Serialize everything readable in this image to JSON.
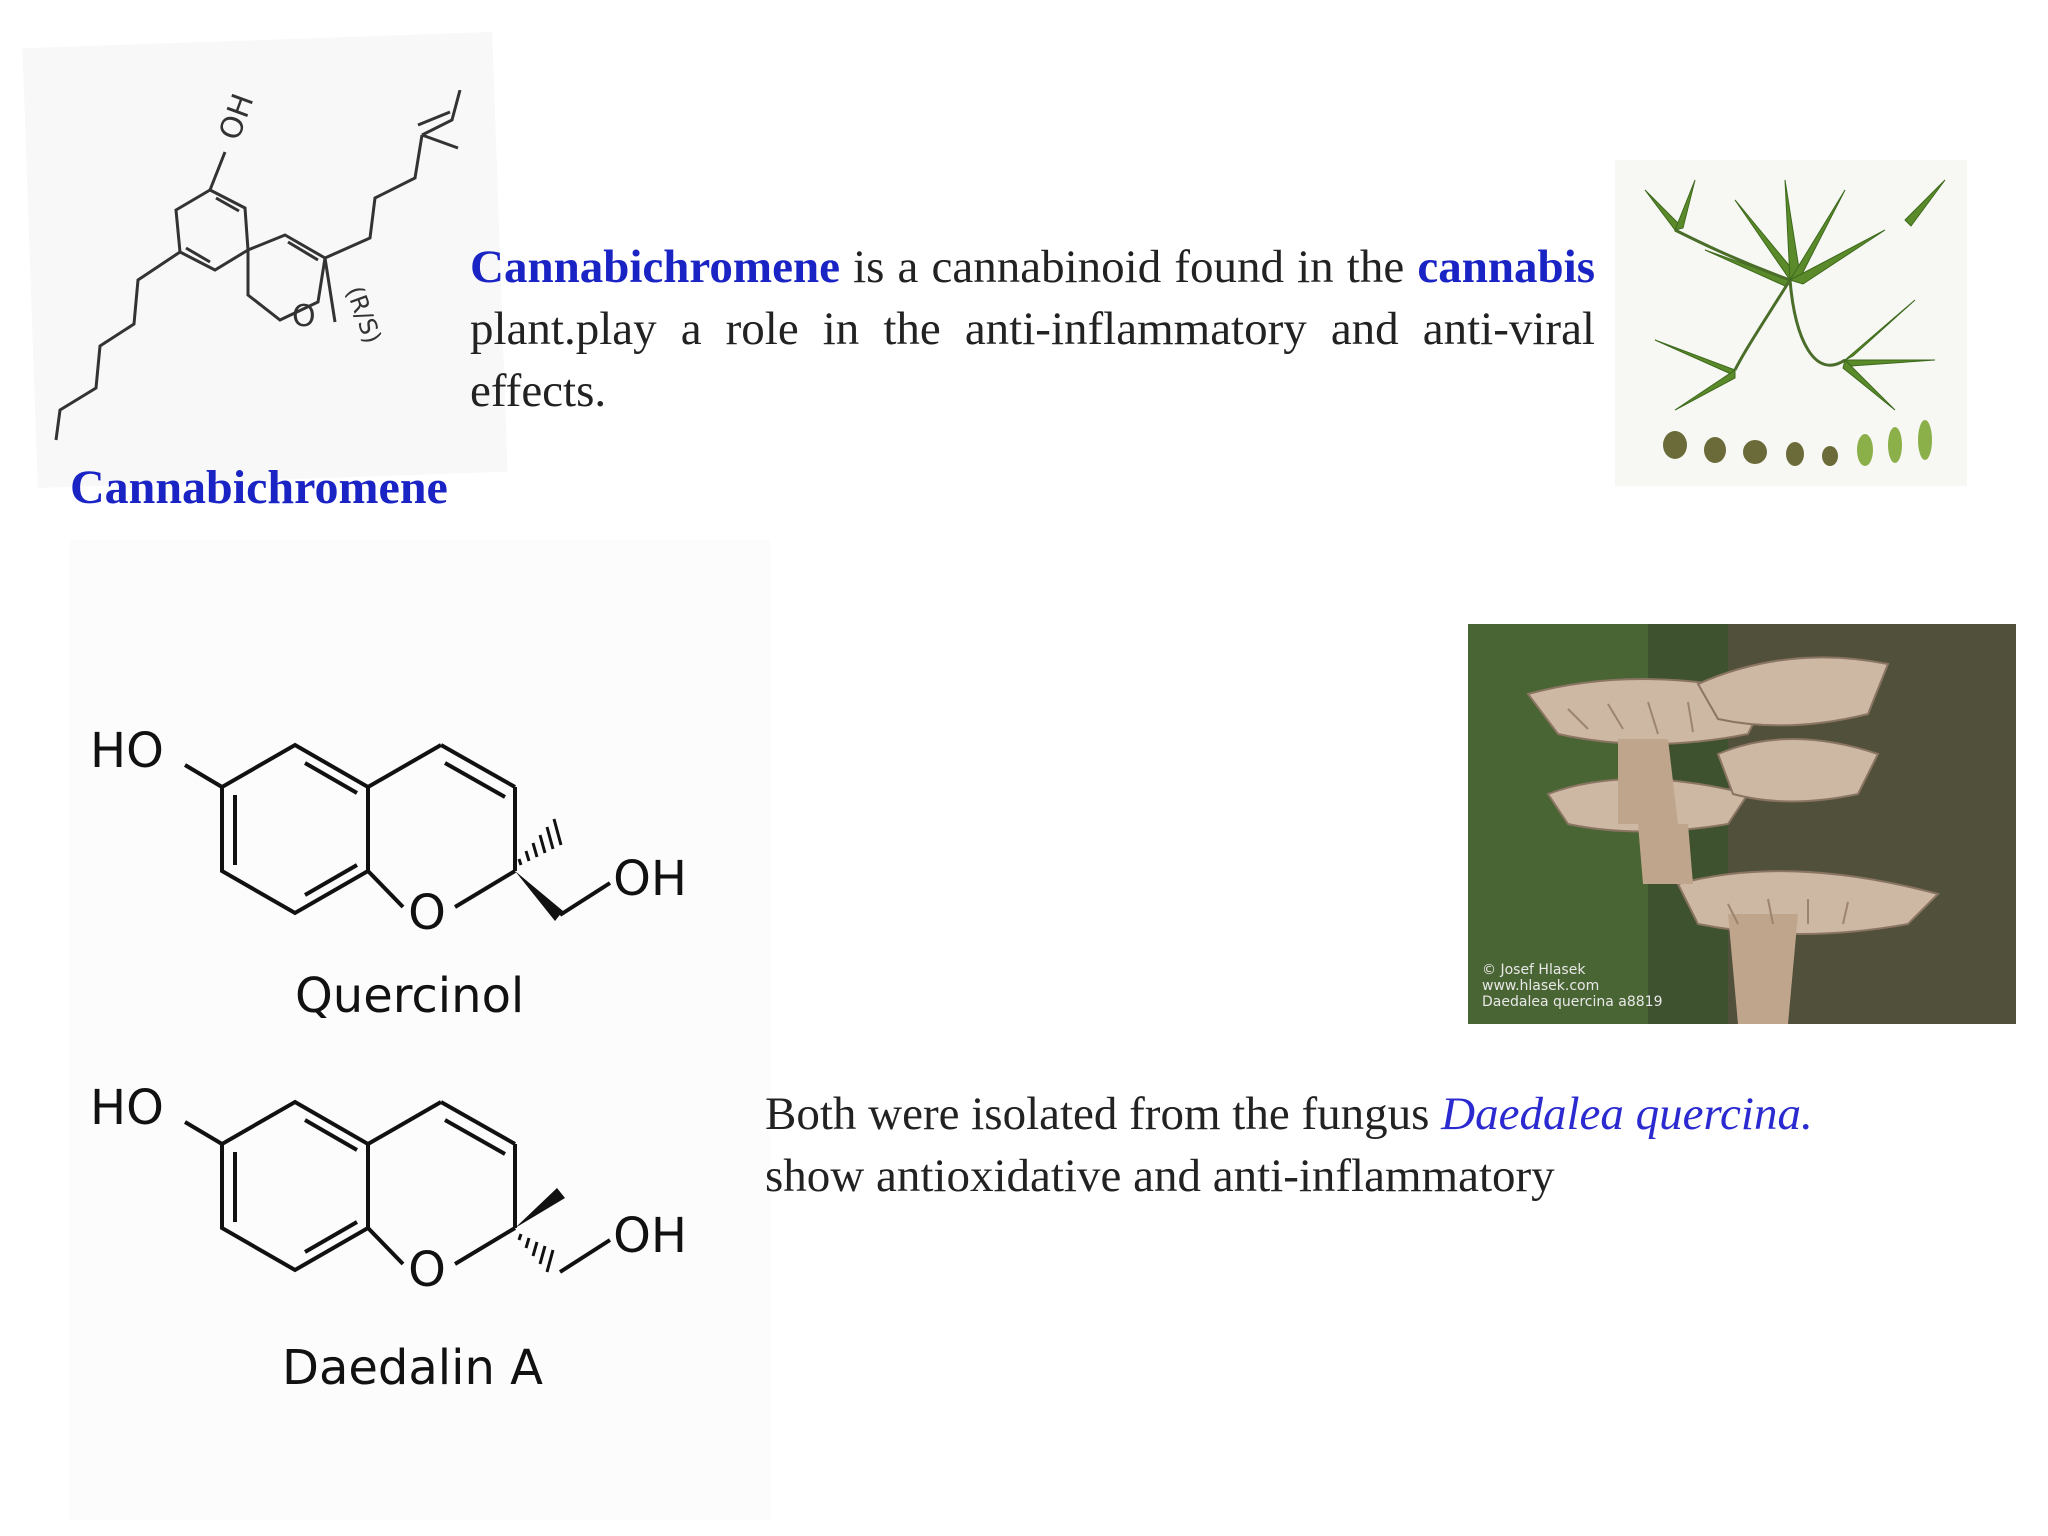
{
  "cannabichromene": {
    "caption": "Cannabichromene",
    "struct_labels": {
      "oh": "OH",
      "o": "O",
      "stereo": "(R/S)"
    },
    "text_term": "Cannabichromene",
    "text_part1": " is a cannabinoid found in the ",
    "text_term2": "cannabis",
    "text_part2": " plant.play a role in the anti-inflammatory and anti-viral effects."
  },
  "quercinol": {
    "name": "Quercinol",
    "labels": {
      "ho": "HO",
      "o": "O",
      "oh": "OH"
    }
  },
  "daedalin": {
    "name": "Daedalin A",
    "labels": {
      "ho": "HO",
      "o": "O",
      "oh": "OH"
    }
  },
  "fungus_text": {
    "line1_plain": "Both were isolated from the fungus ",
    "line1_species": "Daedalea quercina.",
    "line2": "show antioxidative and anti-inflammatory"
  },
  "mushroom_photo": {
    "watermark_lines": [
      "© Josef Hlasek",
      "www.hlasek.com",
      "Daedalea quercina a8819"
    ]
  },
  "colors": {
    "accent_blue": "#1a24c4",
    "text": "#222222"
  }
}
